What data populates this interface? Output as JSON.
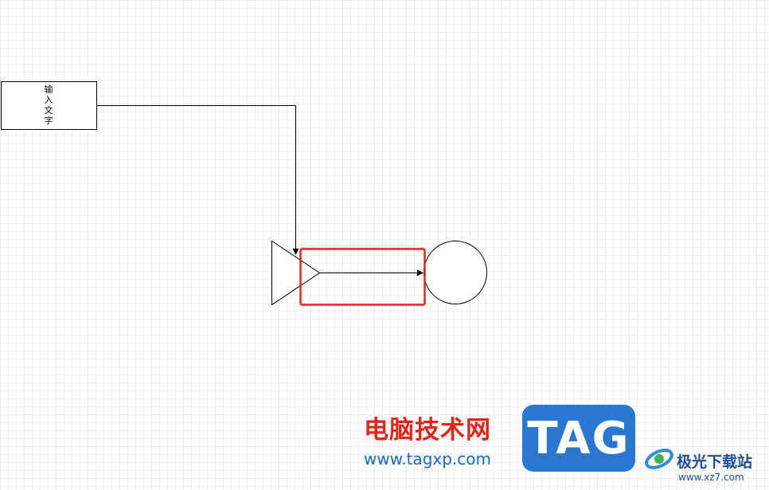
{
  "diagram": {
    "text_box": {
      "text": "输入文字"
    },
    "colors": {
      "stroke": "#000000",
      "highlight": "#e3251b",
      "grid": "#ececec"
    }
  },
  "watermark": {
    "cn_title": "电脑技术网",
    "url": "www.tagxp.com",
    "tag": "TAG",
    "site_name": "极光下载站",
    "site_url": "www.xz7.com",
    "colors": {
      "red": "#e0261b",
      "blue": "#2a77cf",
      "navy": "#1c4f96"
    }
  }
}
